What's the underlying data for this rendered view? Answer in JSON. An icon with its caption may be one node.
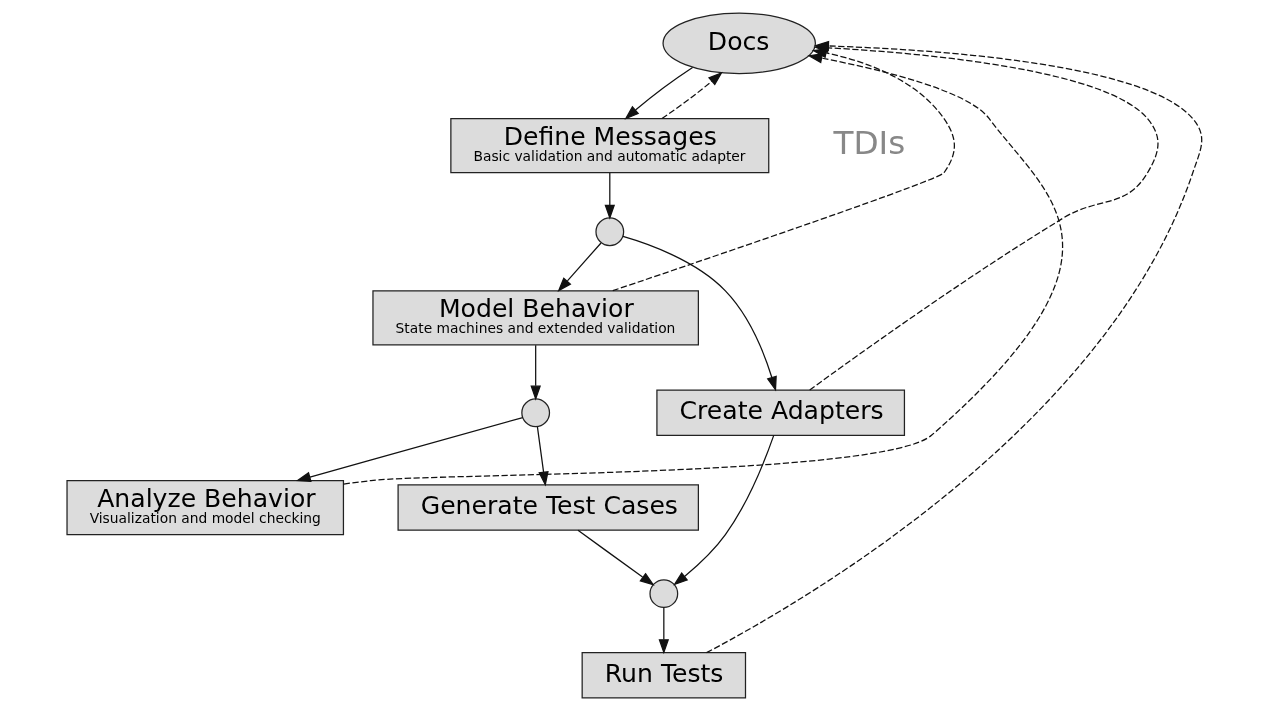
{
  "diagram": {
    "nodes": [
      {
        "text": [
          "Docs"
        ]
      },
      {
        "text": [
          "Define Messages",
          "Basic validation and automatic adapter"
        ]
      },
      {
        "text": [],
        "shape": "circle"
      },
      {
        "text": [
          "Model Behavior",
          "State machines and extended validation"
        ]
      },
      {
        "text": [],
        "shape": "circle"
      },
      {
        "text": [
          "Analyze Behavior",
          "Visualization and model checking"
        ]
      },
      {
        "text": [
          "Create Adapters"
        ]
      },
      {
        "text": [],
        "shape": "circle"
      },
      {
        "text": [
          "Run Tests"
        ]
      },
      {
        "text": [
          "Generate Test Cases"
        ]
      }
    ],
    "edges": [
      {
        "from": 0,
        "to": 1,
        "arrow": "to"
      },
      {
        "from": 1,
        "to": 0,
        "arrow": "to",
        "style": "dashed"
      },
      {
        "from": 3,
        "to": 0,
        "arrow": "to",
        "style": "dashed"
      },
      {
        "from": 5,
        "to": 0,
        "arrow": "to",
        "style": "dashed"
      },
      {
        "from": 6,
        "to": 0,
        "arrow": "to",
        "style": "dashed"
      },
      {
        "from": 8,
        "to": 0,
        "arrow": "to",
        "style": "dashed"
      },
      {
        "from": 1,
        "to": 2,
        "arrow": "to"
      },
      {
        "from": 2,
        "to": 6,
        "arrow": "to"
      },
      {
        "from": 2,
        "to": 3,
        "arrow": "to"
      },
      {
        "from": 3,
        "to": 4,
        "arrow": "to"
      },
      {
        "from": 4,
        "to": 5,
        "arrow": "to"
      },
      {
        "from": 4,
        "to": 9,
        "arrow": "to"
      },
      {
        "from": 6,
        "to": 7,
        "arrow": "to"
      },
      {
        "from": 9,
        "to": 7,
        "arrow": "to"
      },
      {
        "from": 7,
        "to": 8,
        "arrow": "to"
      }
    ],
    "labels": [
      "TDIs"
    ]
  }
}
